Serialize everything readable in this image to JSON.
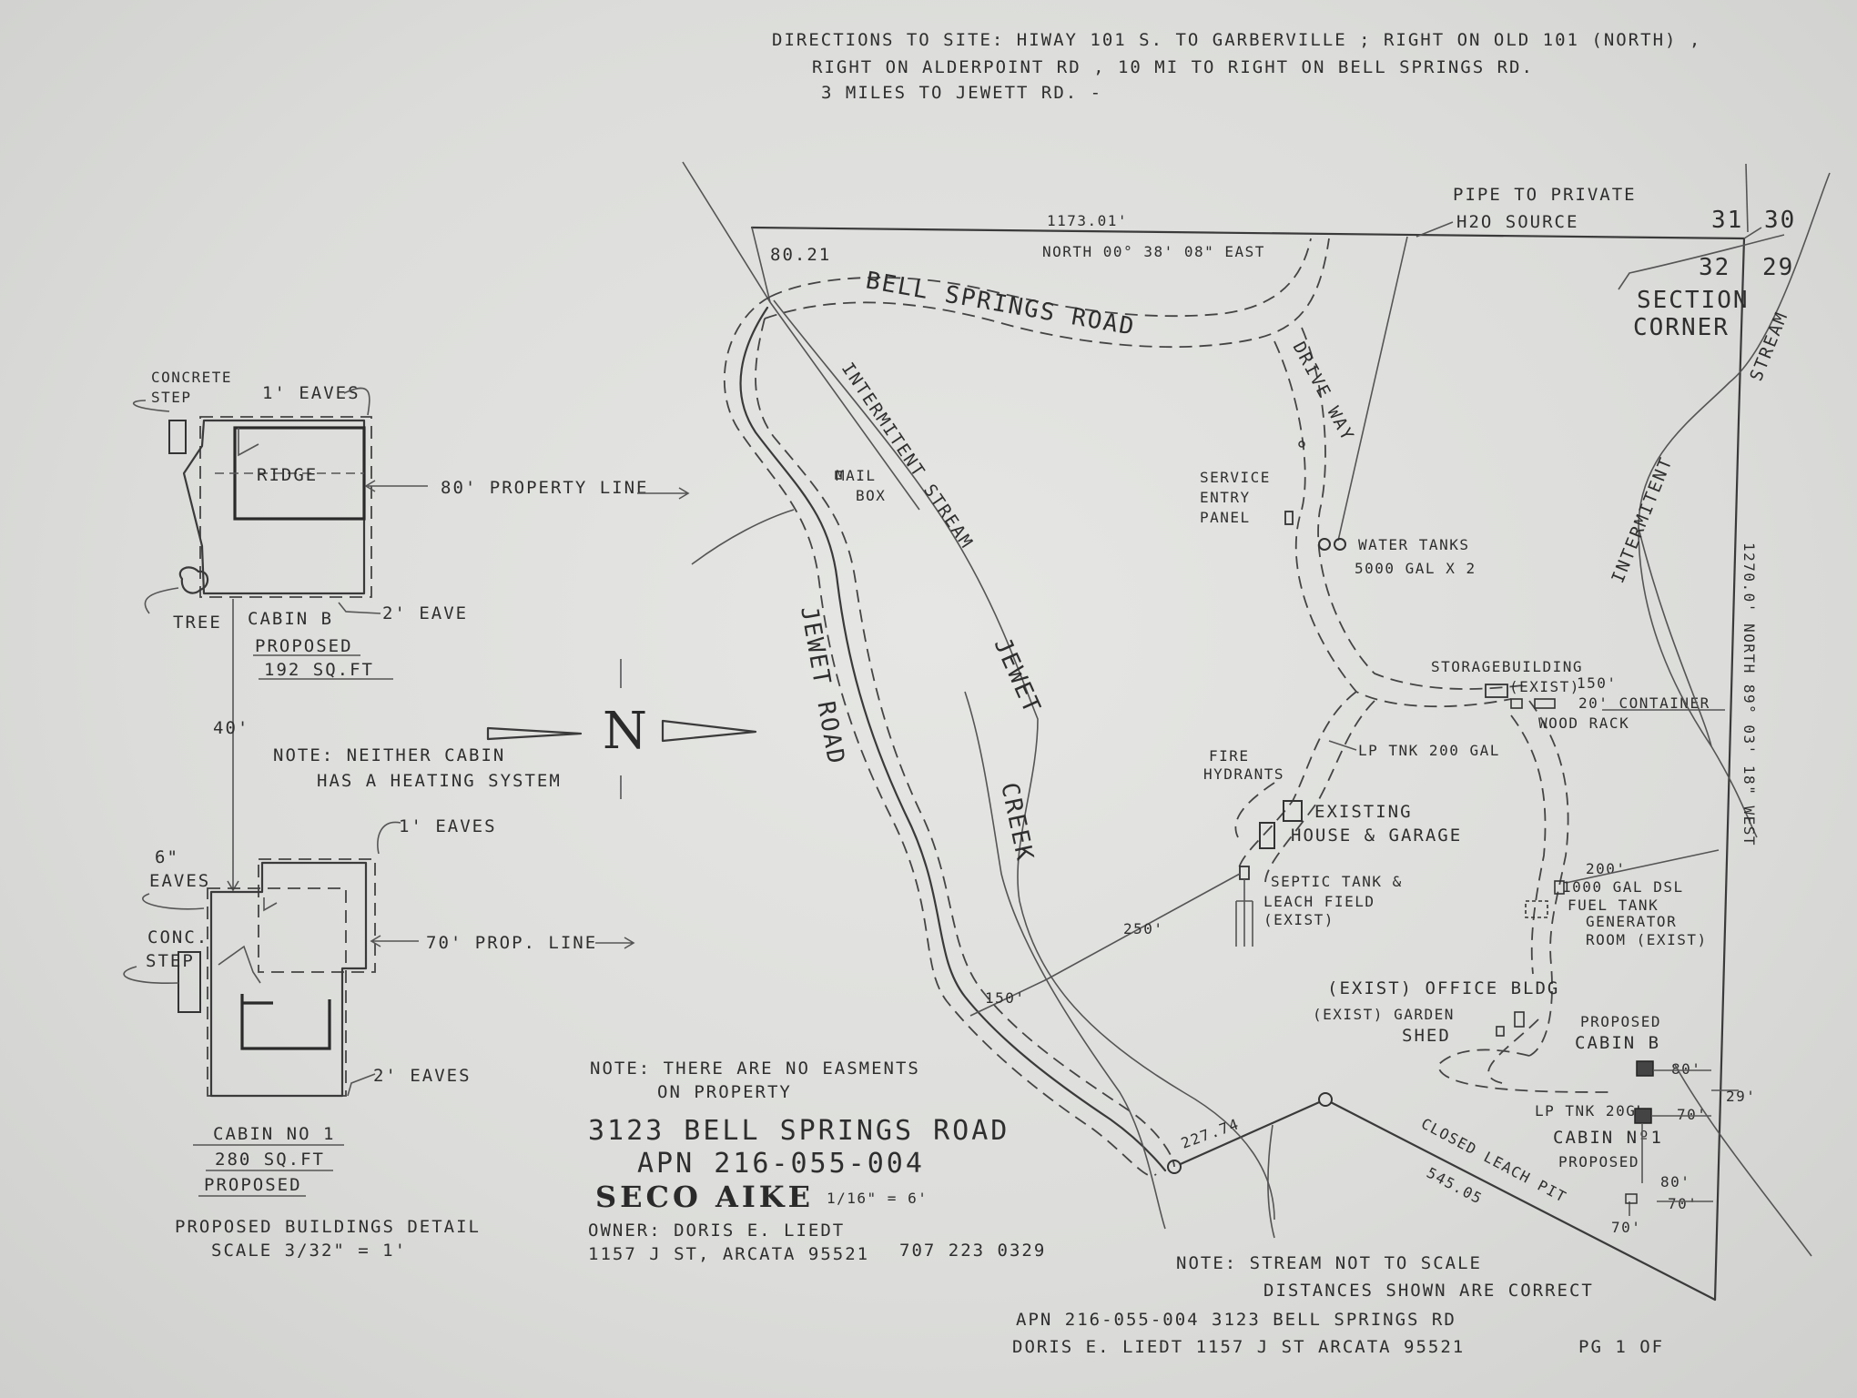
{
  "directions": {
    "line1": "DIRECTIONS TO SITE: HIWAY 101 S. TO GARBERVILLE ; RIGHT ON OLD 101 (NORTH) ,",
    "line2": "RIGHT ON ALDERPOINT RD , 10 MI TO RIGHT ON BELL SPRINGS RD.",
    "line3": "3 MILES TO JEWETT RD. -"
  },
  "plot": {
    "north_distance": "1173.01'",
    "north_bearing": "NORTH 00° 38' 08\" EAST",
    "nw_corner": "80.21",
    "road_bell_springs": "BELL SPRINGS ROAD",
    "pipe_label_1": "PIPE TO PRIVATE",
    "pipe_label_2": "H2O SOURCE",
    "section_31": "31",
    "section_30": "30",
    "section_32": "32",
    "section_29": "29",
    "section_corner_1": "SECTION",
    "section_corner_2": "CORNER",
    "stream_east": "STREAM",
    "intermittent_east": "INTERMITENT",
    "east_bearing": "1270.0' NORTH 89° 03' 18\" WEST",
    "driveway": "DRIVE WAY",
    "intermittent_stream": "INTERMITENT STREAM",
    "mailbox_1": "MAIL",
    "mailbox_2": "BOX",
    "service_1": "SERVICE",
    "service_2": "ENTRY",
    "service_3": "PANEL",
    "water_tanks_1": "WATER TANKS",
    "water_tanks_2": "5000 GAL X 2",
    "storage": "STORAGEBUILDING",
    "storage_exist": "(EXIST)",
    "dist_150_a": "150'",
    "container": "20' CONTAINER",
    "wood_rack": "WOOD RACK",
    "lp_tank_200": "LP TNK 200 GAL",
    "fire_1": "FIRE",
    "fire_2": "HYDRANTS",
    "house_1": "EXISTING",
    "house_2": "HOUSE & GARAGE",
    "septic_1": "SEPTIC TANK &",
    "septic_2": "LEACH FIELD",
    "septic_3": "(EXIST)",
    "dist_200": "200'",
    "fuel_1": "1000 GAL DSL",
    "fuel_2": "FUEL TANK",
    "generator_1": "GENERATOR",
    "generator_2": "ROOM (EXIST)",
    "dist_250": "250'",
    "dist_150_b": "150'",
    "jewet_road": "JEWET ROAD",
    "jewet_creek_1": "JEWET",
    "jewet_creek_2": "CREEK",
    "office": "(EXIST) OFFICE BLDG",
    "garden_1": "(EXIST) GARDEN",
    "garden_2": "SHED",
    "proposed_b_1": "PROPOSED",
    "proposed_b_2": "CABIN B",
    "dist_80_a": "80'",
    "dist_29": "29'",
    "lp_tank_small": "LP TNK 20GL",
    "dist_70_a": "70'",
    "cabin_1_a": "CABIN Nº1",
    "cabin_1_b": "PROPOSED",
    "dist_80_b": "80'",
    "dist_70_b": "70'",
    "dist_70_c": "70'",
    "closed_leach": "CLOSED LEACH PIT",
    "south_distance": "545.05",
    "sw_distance": "227.74",
    "stream_note_1": "NOTE: STREAM NOT TO SCALE",
    "stream_note_2": "DISTANCES SHOWN ARE CORRECT"
  },
  "cabin_b_detail": {
    "concrete_1": "CONCRETE",
    "concrete_2": "STEP",
    "eaves_1": "1' EAVES",
    "ridge": "RIDGE",
    "prop_line": "80' PROPERTY LINE",
    "tree": "TREE",
    "name": "CABIN B",
    "status": "PROPOSED",
    "area": "192 SQ.FT",
    "eave_2": "2' EAVE"
  },
  "spacing": "40'",
  "north_arrow": "N",
  "heating_note_1": "NOTE: NEITHER CABIN",
  "heating_note_2": "HAS A HEATING SYSTEM",
  "cabin_1_detail": {
    "eaves_1": "1' EAVES",
    "eaves_6_1": "6\"",
    "eaves_6_2": "EAVES",
    "conc_1": "CONC.",
    "conc_2": "STEP",
    "prop_line": "70' PROP. LINE",
    "eaves_2": "2' EAVES",
    "name": "CABIN NO 1",
    "area": "280 SQ.FT",
    "status": "PROPOSED"
  },
  "detail_caption_1": "PROPOSED BUILDINGS DETAIL",
  "detail_caption_2": "SCALE 3/32\" = 1'",
  "easement_note_1": "NOTE: THERE ARE NO EASMENTS",
  "easement_note_2": "ON PROPERTY",
  "address": "3123 BELL SPRINGS ROAD",
  "apn": "APN 216-055-004",
  "name": "SECO AIKE",
  "scale": "1/16\" = 6'",
  "owner": "OWNER: DORIS E. LIEDT",
  "owner_address": "1157 J ST, ARCATA 95521",
  "phone": "707 223 0329",
  "footer_line1": "APN 216-055-004   3123 BELL SPRINGS RD",
  "footer_line2": "DORIS E. LIEDT  1157 J ST  ARCATA  95521",
  "page": "PG 1 OF"
}
